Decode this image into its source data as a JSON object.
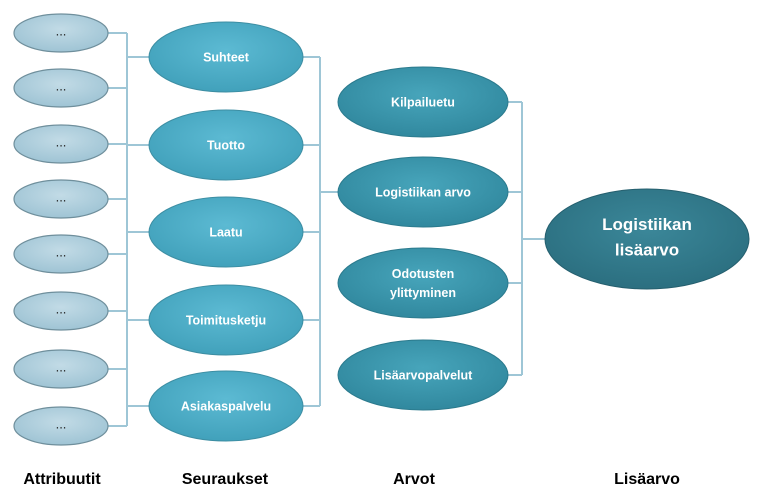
{
  "columns": {
    "attributes": "Attribuutit",
    "consequences": "Seuraukset",
    "values": "Arvot",
    "added_value": "Lisäarvo"
  },
  "attributes": [
    "...",
    "...",
    "...",
    "...",
    "...",
    "...",
    "...",
    "..."
  ],
  "consequences": [
    "Suhteet",
    "Tuotto",
    "Laatu",
    "Toimitusketju",
    "Asiakaspalvelu"
  ],
  "values": [
    {
      "lines": [
        "Kilpailuetu"
      ]
    },
    {
      "lines": [
        "Logistiikan arvo"
      ]
    },
    {
      "lines": [
        "Odotusten",
        "ylittyminen"
      ]
    },
    {
      "lines": [
        "Lisäarvopalvelut"
      ]
    }
  ],
  "result": {
    "lines": [
      "Logistiikan",
      "lisäarvo"
    ]
  },
  "colors": {
    "attribute_fill": "#a6c9d9",
    "attribute_stroke": "#6f8f9c",
    "consequence_fill": "#4faec8",
    "value_fill": "#3a97ad",
    "result_fill": "#327b8d",
    "connector": "#9ec6d6"
  }
}
